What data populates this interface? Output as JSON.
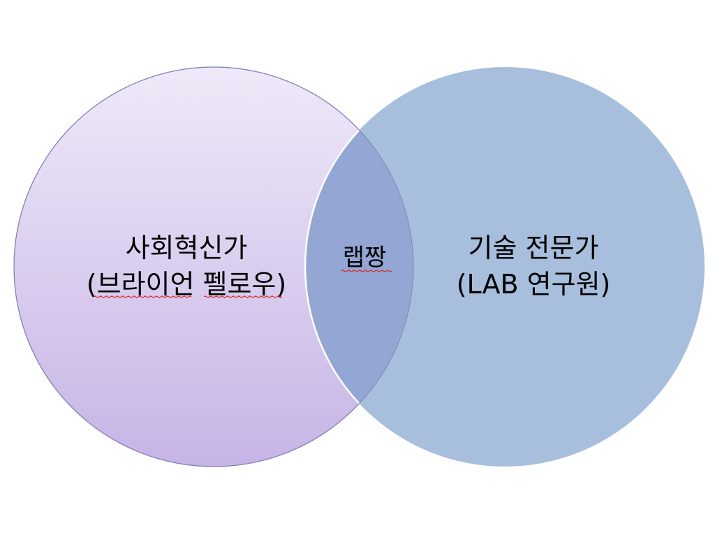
{
  "diagram": {
    "left_circle": {
      "line1": "사회혁신가",
      "line2": "(브라이언 펠로우)"
    },
    "right_circle": {
      "line1": "기술 전문가",
      "line2": "(LAB 연구원)"
    },
    "overlap": {
      "label": "랩짱"
    }
  },
  "colors": {
    "left_fill_top": "#efe9f8",
    "left_fill_bottom": "#c6b4e6",
    "left_stroke": "#8a6fb0",
    "right_fill": "#a7bfdc",
    "overlap_fill": "#93a6d4",
    "overlap_stroke": "#ffffff"
  }
}
